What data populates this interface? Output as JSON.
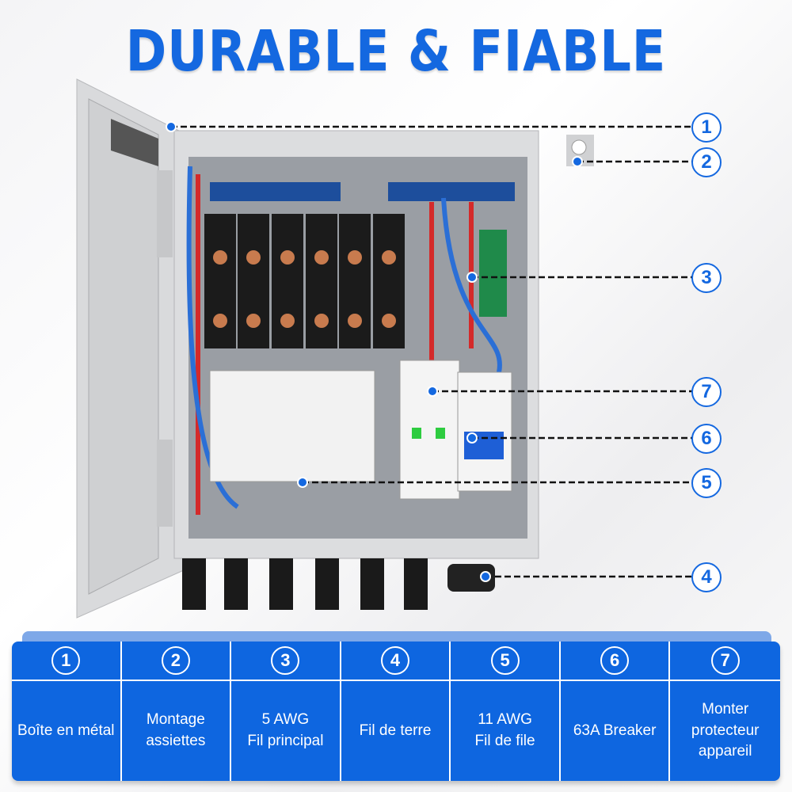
{
  "title": "DURABLE & FIABLE",
  "colors": {
    "accent": "#1468e0",
    "table_bg": "#0e66e0",
    "table_top": "#7ea8e8"
  },
  "callouts": [
    "1",
    "2",
    "3",
    "4",
    "5",
    "6",
    "7"
  ],
  "table": {
    "numbers": [
      "1",
      "2",
      "3",
      "4",
      "5",
      "6",
      "7"
    ],
    "items": [
      [
        "Boîte en métal"
      ],
      [
        "Montage",
        "assiettes"
      ],
      [
        "5 AWG",
        "Fil principal"
      ],
      [
        "Fil de terre"
      ],
      [
        "11 AWG",
        "Fil de file"
      ],
      [
        "63A Breaker"
      ],
      [
        "Monter",
        "protecteur",
        "appareil"
      ]
    ]
  }
}
